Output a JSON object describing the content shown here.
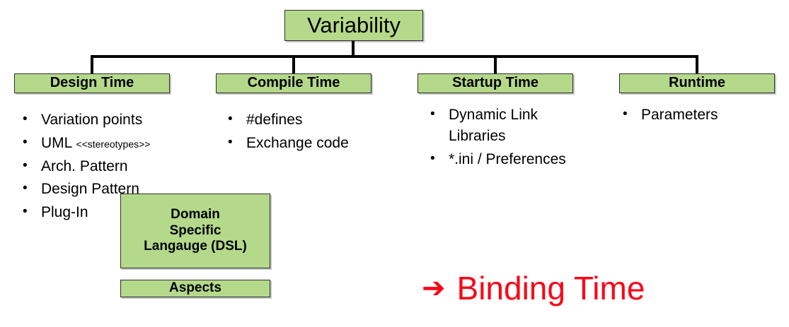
{
  "diagram": {
    "root": {
      "label": "Variability"
    },
    "categories": [
      {
        "label": "Design Time"
      },
      {
        "label": "Compile Time"
      },
      {
        "label": "Startup Time"
      },
      {
        "label": "Runtime"
      }
    ],
    "columns": [
      {
        "name": "design-time",
        "items": [
          {
            "text": "Variation points",
            "suffix": ""
          },
          {
            "text": "UML ",
            "suffix": "<<stereotypes>>"
          },
          {
            "text": "Arch. Pattern",
            "suffix": ""
          },
          {
            "text": "Design Pattern",
            "suffix": ""
          },
          {
            "text": "Plug-In",
            "suffix": ""
          }
        ]
      },
      {
        "name": "compile-time",
        "items": [
          {
            "text": "#defines",
            "suffix": ""
          },
          {
            "text": "Exchange code",
            "suffix": ""
          }
        ]
      },
      {
        "name": "startup-time",
        "items": [
          {
            "text": "Dynamic Link Libraries",
            "suffix": ""
          },
          {
            "text": "*.ini / Preferences",
            "suffix": ""
          }
        ]
      },
      {
        "name": "runtime",
        "items": [
          {
            "text": "Parameters",
            "suffix": ""
          }
        ]
      }
    ],
    "extra_boxes": [
      {
        "label": "Domain Specific Langauge (DSL)",
        "line1": "Domain",
        "line2": "Specific",
        "line3": "Langauge (DSL)"
      },
      {
        "label": "Aspects"
      }
    ],
    "annotation": {
      "arrow": "➔",
      "text": "Binding Time",
      "color": "#fb0316"
    },
    "bullet_glyph": "•",
    "colors": {
      "box_fill": "#b5d98a",
      "box_border": "#2f2f2f",
      "connector": "#000000",
      "text": "#000000"
    }
  }
}
